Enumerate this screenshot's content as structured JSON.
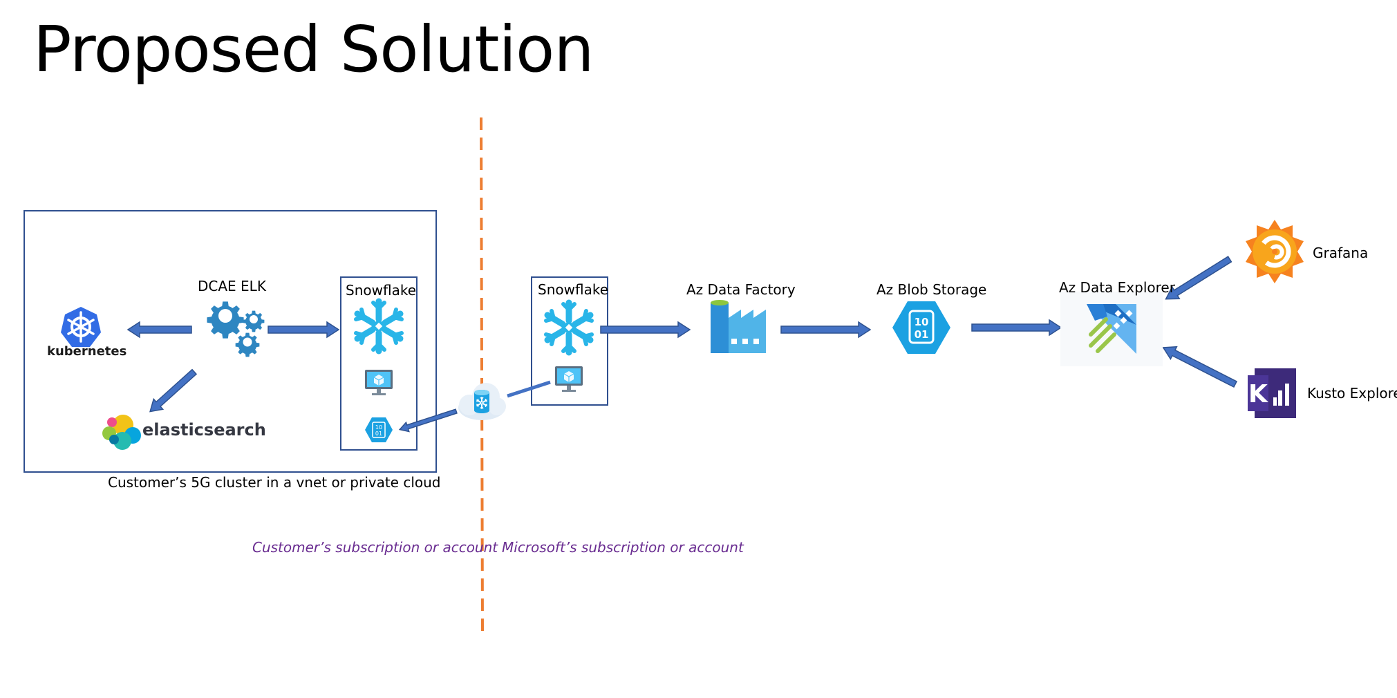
{
  "title": "Proposed Solution",
  "customer_cluster": {
    "caption": "Customer’s 5G cluster in a vnet or private cloud",
    "dcae_label": "DCAE ELK",
    "kubernetes_label": "kubernetes",
    "elasticsearch_label": "elasticsearch",
    "snowflake_label": "Snowflake"
  },
  "microsoft_side": {
    "snowflake_label": "Snowflake",
    "data_factory_label": "Az Data Factory",
    "blob_storage_label": "Az Blob Storage",
    "data_explorer_label": "Az Data Explorer",
    "grafana_label": "Grafana",
    "kusto_label": "Kusto Explorer"
  },
  "boundary": {
    "customer_note": "Customer’s subscription or account",
    "microsoft_note": "Microsoft’s subscription or account"
  },
  "blob_icon_text": {
    "top": "10",
    "bottom": "01"
  },
  "kusto_icon_letter": "K",
  "colors": {
    "arrow": "#4472c4",
    "arrow_outline": "#2f528f",
    "box_border": "#2f4f8f",
    "divider": "#ed7d31",
    "note_text": "#6a2d91",
    "azure_blue": "#1ba1e2",
    "snowflake_blue": "#29b5e8",
    "kubernetes_blue": "#326ce5",
    "kusto_purple": "#3d2a7a"
  }
}
